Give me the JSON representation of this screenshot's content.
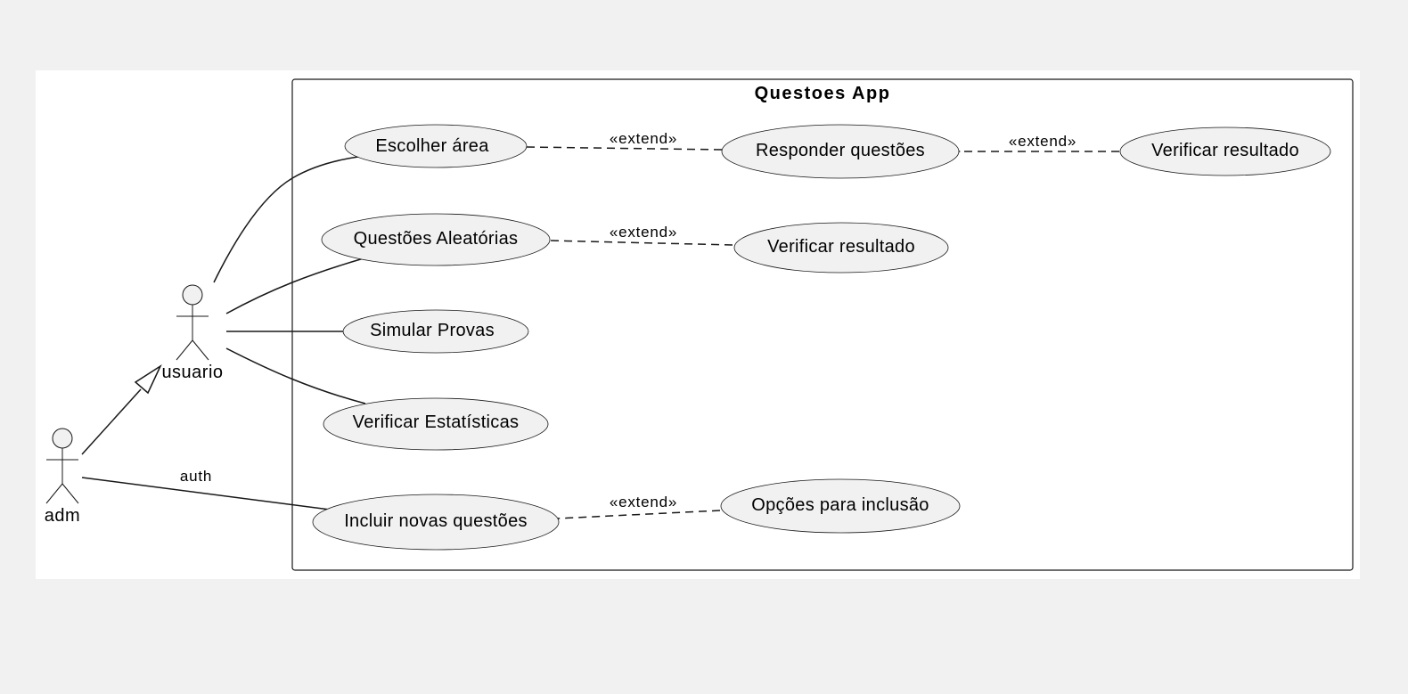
{
  "diagram": {
    "system": {
      "title": "Questoes App"
    },
    "actors": {
      "usuario": {
        "label": "usuario"
      },
      "adm": {
        "label": "adm"
      }
    },
    "usecases": {
      "escolher_area": "Escolher área",
      "responder_questoes": "Responder questões",
      "verificar_resultado_1": "Verificar resultado",
      "questoes_aleatorias": "Questões Aleatórias",
      "verificar_resultado_2": "Verificar resultado",
      "simular_provas": "Simular Provas",
      "verificar_estatisticas": "Verificar Estatísticas",
      "incluir_novas_questoes": "Incluir novas questões",
      "opcoes_para_inclusao": "Opções para inclusão"
    },
    "relations": {
      "extend_1": "«extend»",
      "extend_2": "«extend»",
      "extend_3": "«extend»",
      "extend_4": "«extend»",
      "auth": "auth"
    },
    "colors": {
      "page_background": "#f1f1f1",
      "canvas_background": "#ffffff",
      "usecase_fill": "#f1f1f1",
      "stroke": "#181818"
    }
  }
}
